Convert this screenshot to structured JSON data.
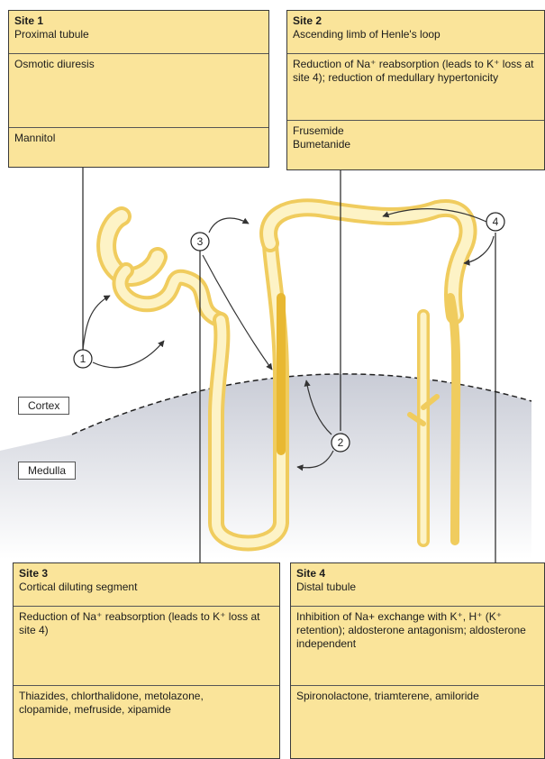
{
  "site1": {
    "title": "Site 1",
    "location": "Proximal tubule",
    "effect": "Osmotic diuresis",
    "drugs": "Mannitol"
  },
  "site2": {
    "title": "Site 2",
    "location": "Ascending limb of Henle's loop",
    "effect": "Reduction of Na⁺ reabsorption (leads to K⁺ loss at site 4); reduction of medullary hypertonicity",
    "drugs": "Frusemide Bumetanide"
  },
  "site3": {
    "title": "Site 3",
    "location": "Cortical diluting segment",
    "effect": "Reduction of Na⁺ reabsorption (leads to K⁺ loss at site 4)",
    "drugs": "Thiazides, chlorthalidone, metolazone, clopamide, mefruside, xipamide"
  },
  "site4": {
    "title": "Site 4",
    "location": "Distal tubule",
    "effect": "Inhibition of Na+ exchange with K⁺, H⁺ (K⁺ retention); aldosterone antagonism; aldosterone independent",
    "drugs": "Spironolactone, triamterene, amiloride"
  },
  "zones": {
    "cortex": "Cortex",
    "medulla": "Medulla"
  },
  "markers": {
    "m1": "1",
    "m2": "2",
    "m3": "3",
    "m4": "4"
  },
  "colors": {
    "box_fill": "#fae49a",
    "tubule_outer": "#f2d26a",
    "tubule_inner": "#fdf3c6",
    "medulla_shade": "#d9dbe2"
  }
}
